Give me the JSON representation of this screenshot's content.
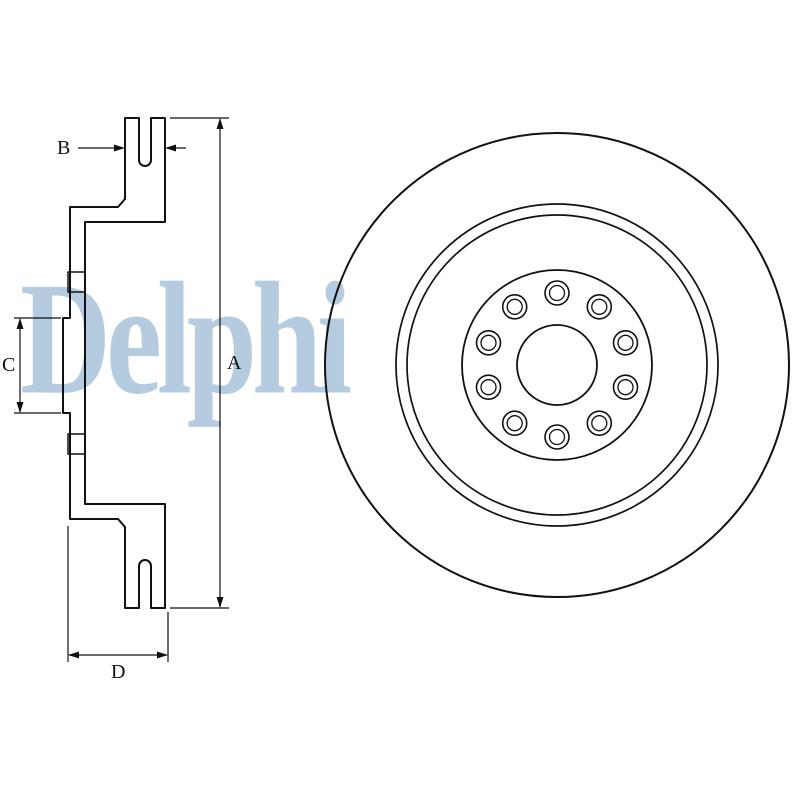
{
  "page": {
    "background_color": "#ffffff",
    "line_color": "#111111",
    "description": "Technical drawing of a vented brake disc: side cross-section with dimension callouts and front view with bolt holes"
  },
  "watermark": {
    "text": "Delphi",
    "color": "#b5cbdf"
  },
  "views": {
    "cross_section": {
      "name": "brake-disc-cross-section",
      "features": [
        "vented braking ring",
        "hat section",
        "mounting holes",
        "pilot boss"
      ]
    },
    "front": {
      "name": "brake-disc-front-view",
      "bolt_hole_count": 10,
      "concentric_circles": 5
    }
  },
  "dimensions": {
    "a": {
      "label": "A"
    },
    "b": {
      "label": "B"
    },
    "c": {
      "label": "C"
    },
    "d": {
      "label": "D"
    }
  }
}
